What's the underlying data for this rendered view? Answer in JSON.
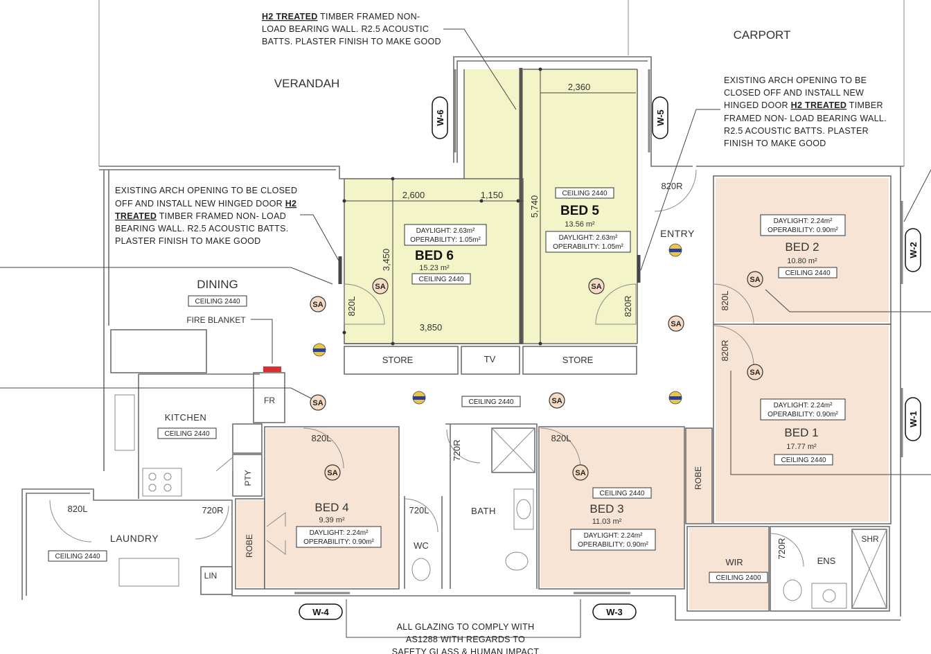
{
  "colors": {
    "wall": "#6e6e6e",
    "bed_yellow": "#f3f4c8",
    "bed_peach": "#f8e4d4",
    "smoke_alarm": "#f6dcc4",
    "light_outer": "#e8c64a",
    "light_inner": "#2a3f95",
    "fire_blanket": "#d83030"
  },
  "areas": {
    "carport": "CARPORT",
    "verandah": "VERANDAH",
    "dining": "DINING",
    "dining_ceiling": "CEILING 2440",
    "fire_blanket": "FIRE BLANKET",
    "kitchen": "KITCHEN",
    "kitchen_ceiling": "CEILING 2440",
    "fridge": "FR",
    "pantry": "PTY",
    "laundry": "LAUNDRY",
    "laundry_ceiling": "CEILING 2440",
    "linen": "LIN",
    "entry": "ENTRY",
    "store_left": "STORE",
    "tv": "TV",
    "store_right": "STORE",
    "hall_ceiling": "CEILING 2440",
    "bath": "BATH",
    "wc": "WC",
    "wir": "WIR",
    "wir_ceiling": "CEILING 2400",
    "ens": "ENS",
    "shr": "SHR",
    "robe_bed4": "ROBE",
    "robe_bed3": "ROBE"
  },
  "bedrooms": {
    "bed6": {
      "name": "BED 6",
      "area": "15.23 m²",
      "daylight": "DAYLIGHT: 2.63m²",
      "operability": "OPERABILITY: 1.05m²",
      "ceiling": "CEILING 2440"
    },
    "bed5": {
      "name": "BED 5",
      "area": "13.56 m²",
      "daylight": "DAYLIGHT: 2.63m²",
      "operability": "OPERABILITY: 1.05m²",
      "ceiling": "CEILING 2440"
    },
    "bed2": {
      "name": "BED 2",
      "area": "10.80 m²",
      "daylight": "DAYLIGHT: 2.24m²",
      "operability": "OPERABILITY: 0.90m²",
      "ceiling": "CEILING 2440"
    },
    "bed1": {
      "name": "BED 1",
      "area": "17.77 m²",
      "daylight": "DAYLIGHT: 2.24m²",
      "operability": "OPERABILITY: 0.90m²",
      "ceiling": "CEILING 2440"
    },
    "bed4": {
      "name": "BED 4",
      "area": "9.39 m²",
      "daylight": "DAYLIGHT: 2.24m²",
      "operability": "OPERABILITY: 0.90m²"
    },
    "bed3": {
      "name": "BED 3",
      "area": "11.03 m²",
      "daylight": "DAYLIGHT: 2.24m²",
      "operability": "OPERABILITY: 0.90m²",
      "ceiling": "CEILING 2440"
    }
  },
  "dimensions": {
    "bed5_width": "2,360",
    "bed6_top_left": "2,600",
    "bed6_top_right": "1,150",
    "bed6_height": "3,450",
    "bed5_height": "5,740",
    "bed6_bottom": "3,850"
  },
  "doors": {
    "entry_820R": "820R",
    "bed6_820L": "820L",
    "bed5_820R": "820R",
    "bed2_820L": "820L",
    "bed1_820R": "820R",
    "bed4_820L": "820L",
    "bed3_820L": "820L",
    "bath_720R": "720R",
    "wc_720L": "720L",
    "laundry_820L": "820L",
    "pantry_720R": "720R",
    "ens_720R": "720R"
  },
  "windows": {
    "w6": "W-6",
    "w5": "W-5",
    "w2": "W-2",
    "w1": "W-1",
    "w4": "W-4",
    "w3": "W-3"
  },
  "smoke_alarm_label": "SA",
  "notes": {
    "top": {
      "l1_bold": "H2 TREATED",
      "l1_rest": " TIMBER FRAMED NON-",
      "l2": "LOAD BEARING WALL. R2.5 ACOUSTIC",
      "l3": "BATTS. PLASTER FINISH TO MAKE GOOD"
    },
    "left": {
      "l1": "EXISTING ARCH OPENING TO BE CLOSED",
      "l2_pre": "OFF AND INSTALL NEW HINGED DOOR ",
      "l2_bold": "H2",
      "l3_bold": "TREATED",
      "l3_rest": " TIMBER FRAMED NON- LOAD",
      "l4": "BEARING WALL. R2.5 ACOUSTIC BATTS.",
      "l5": "PLASTER FINISH TO MAKE GOOD"
    },
    "right": {
      "l1": "EXISTING ARCH OPENING TO BE",
      "l2": "CLOSED OFF AND INSTALL NEW",
      "l3_pre": "HINGED DOOR ",
      "l3_bold": "H2 TREATED",
      "l3_rest": " TIMBER",
      "l4": "FRAMED NON- LOAD BEARING WALL.",
      "l5": "R2.5 ACOUSTIC BATTS. PLASTER",
      "l6": "FINISH TO MAKE GOOD"
    },
    "bottom": {
      "l1": "ALL GLAZING TO COMPLY WITH",
      "l2": "AS1288 WITH REGARDS TO",
      "l3": "SAFETY GLASS & HUMAN IMPACT"
    }
  }
}
